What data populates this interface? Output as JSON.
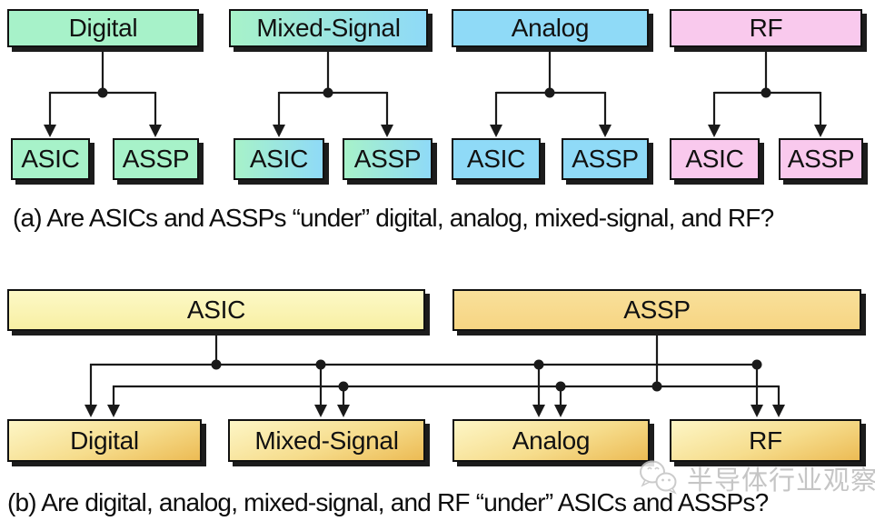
{
  "diagram_a": {
    "caption": "(a) Are ASICs and ASSPs “under” digital, analog, mixed-signal, and RF?",
    "groups": [
      {
        "category": "Digital",
        "left_child": "ASIC",
        "right_child": "ASSP",
        "fill": "#a7f2c9"
      },
      {
        "category": "Mixed-Signal",
        "left_child": "ASIC",
        "right_child": "ASSP",
        "fill": "linear green #a7f2c9 to blue #8fdaf7"
      },
      {
        "category": "Analog",
        "left_child": "ASIC",
        "right_child": "ASSP",
        "fill": "#8fdaf7"
      },
      {
        "category": "RF",
        "left_child": "ASIC",
        "right_child": "ASSP",
        "fill": "#f9c9ed"
      }
    ]
  },
  "diagram_b": {
    "caption": "(b) Are digital, analog, mixed-signal, and RF “under” ASICs and ASSPs?",
    "parents": [
      {
        "label": "ASIC",
        "fill": "#faf4b0"
      },
      {
        "label": "ASSP",
        "fill": "#f7d98a"
      }
    ],
    "children": [
      {
        "label": "Digital"
      },
      {
        "label": "Mixed-Signal"
      },
      {
        "label": "Analog"
      },
      {
        "label": "RF"
      }
    ],
    "child_fill": "gradient #fdf6c4 to #ecbb54"
  },
  "watermark": {
    "text": "半导体行业观察"
  },
  "colors": {
    "line": "#1a1a1a",
    "shadow": "#1c1c1c",
    "green": "#a7f2c9",
    "blue": "#8fdaf7",
    "pink": "#f9c9ed",
    "pale_yellow": "#faf4b0",
    "amber": "#f7d98a",
    "gold_dark": "#ecbb54",
    "watermark_gray": "#bcbcbc"
  }
}
